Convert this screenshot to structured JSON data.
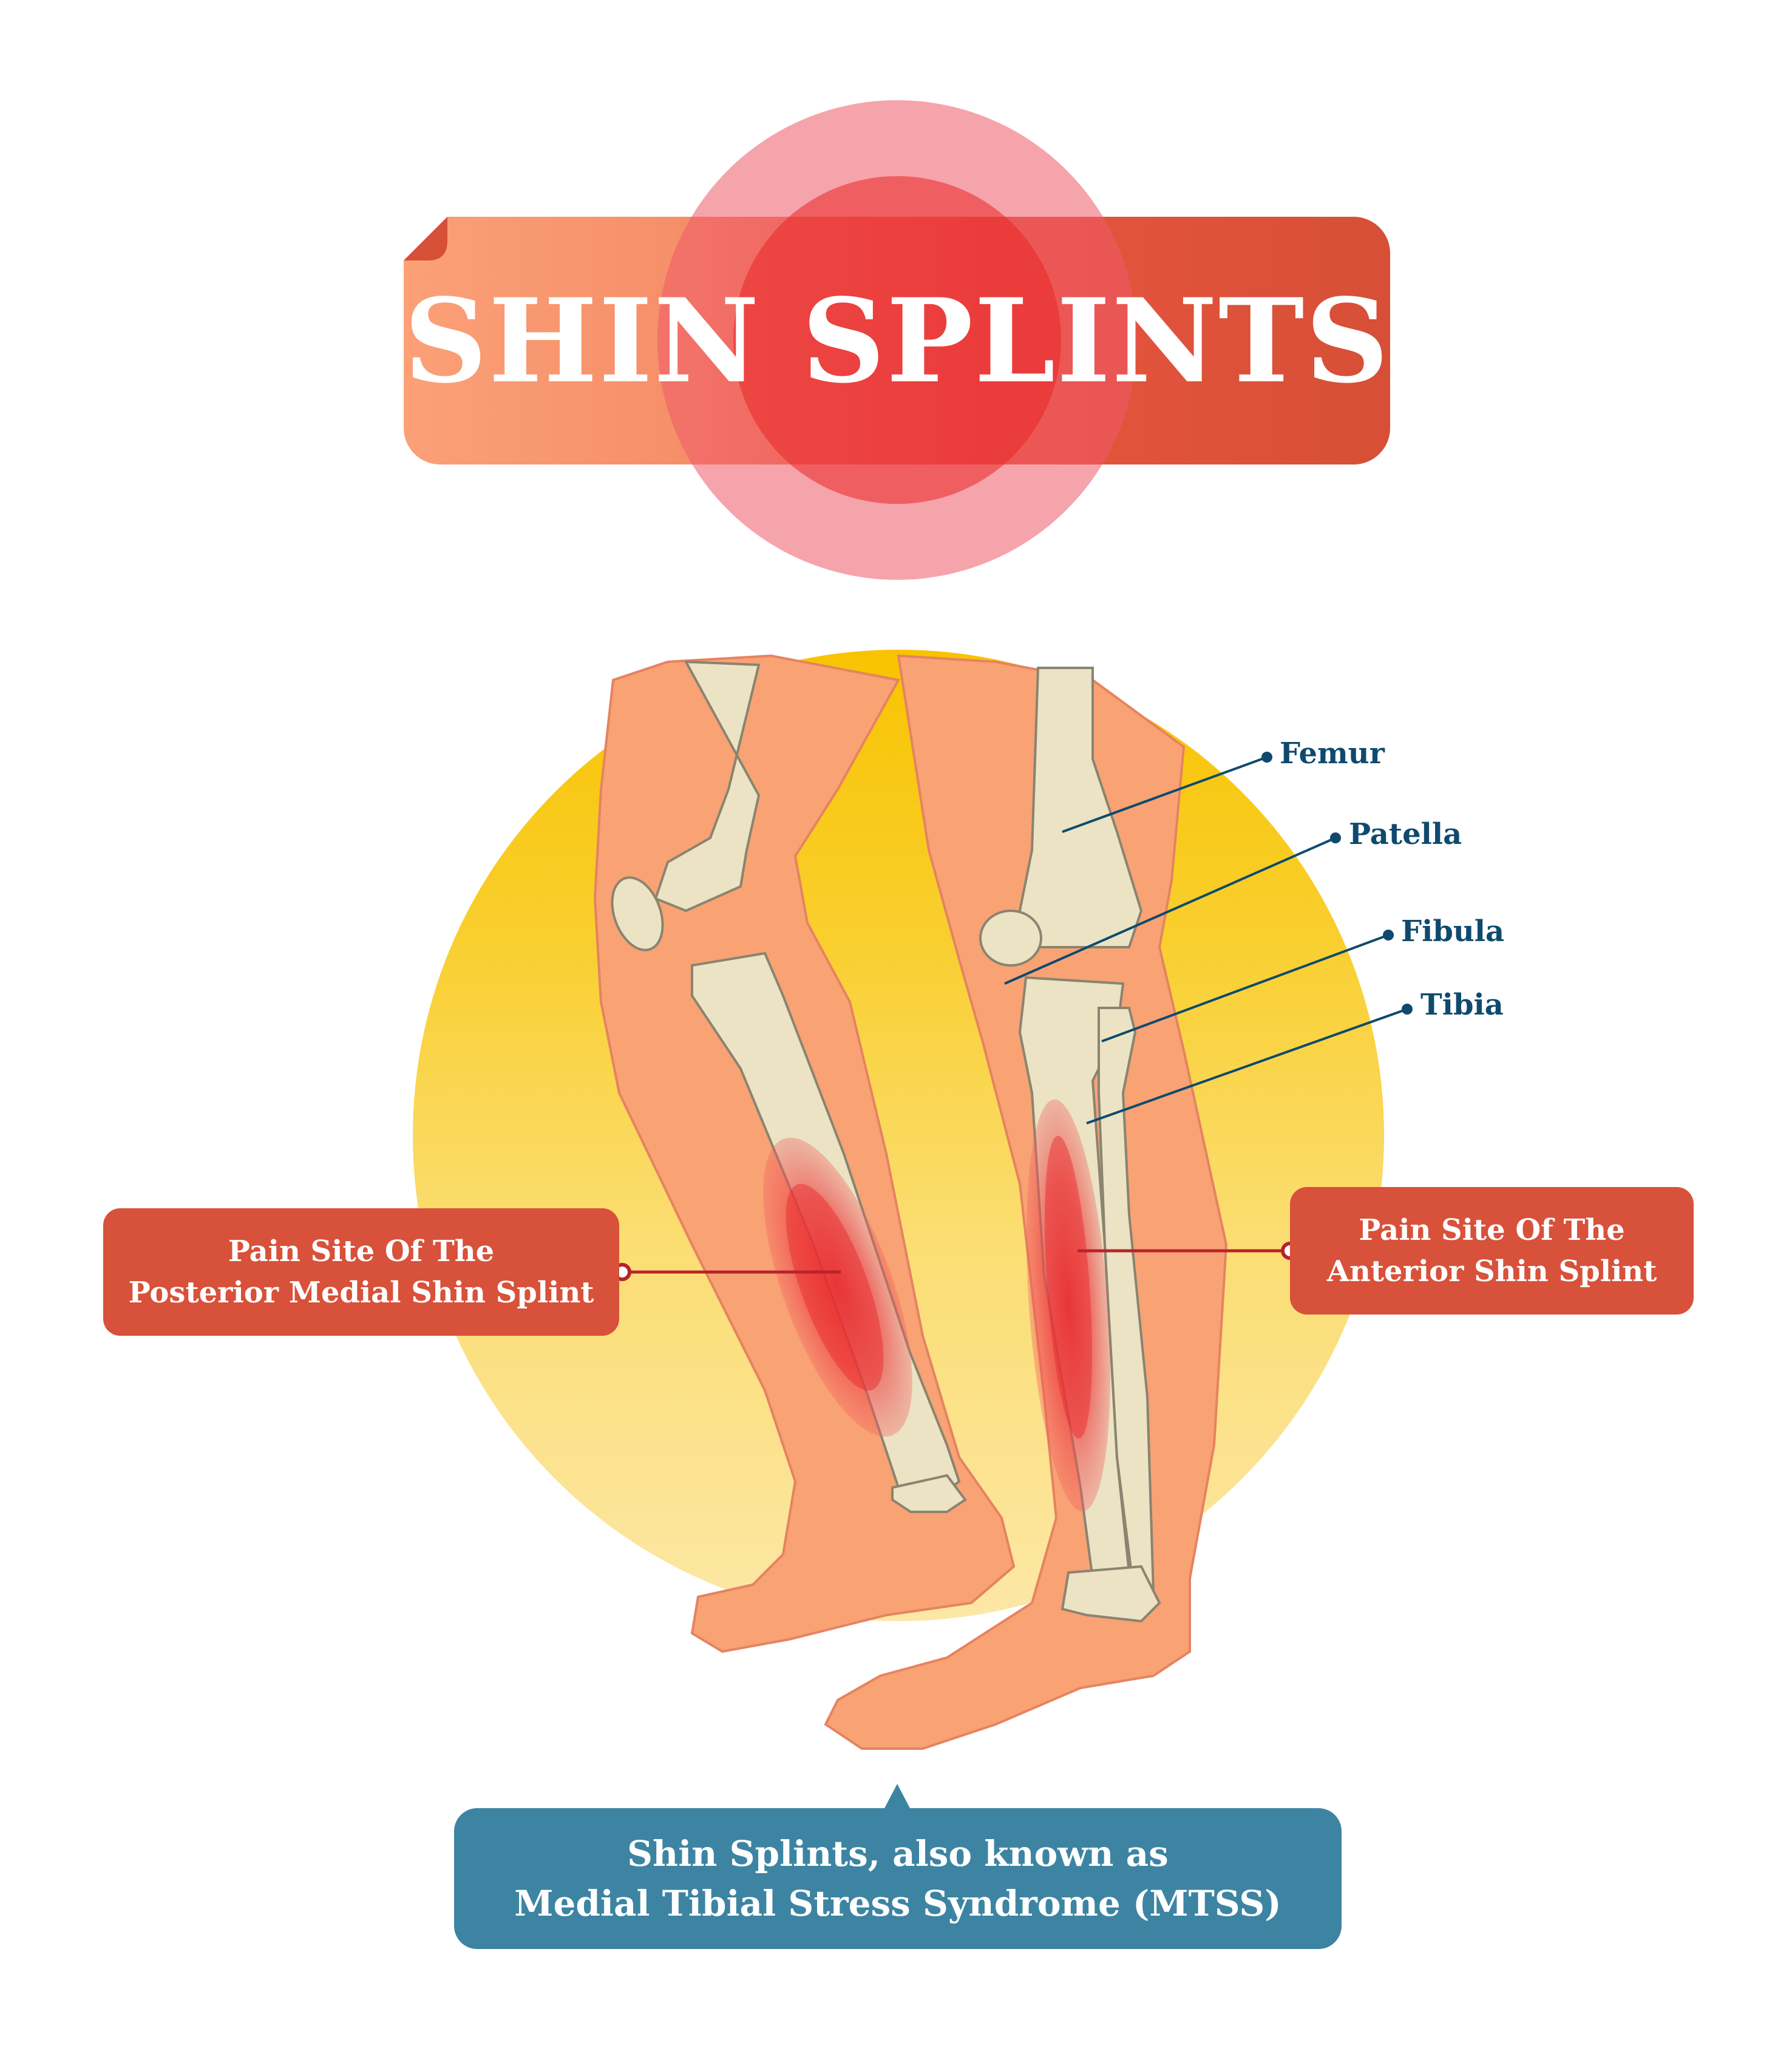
{
  "header": {
    "title": "SHIN SPLINTS",
    "banner_colors": [
      "#fba077",
      "#d64f36"
    ],
    "ring_colors": {
      "outer": "#f5a3a8",
      "inner": "#f06e74",
      "core": "#e8352f"
    }
  },
  "illustration": {
    "background_circle_colors": [
      "#f8c300",
      "#fce7a6"
    ],
    "skin_color": "#f9a274",
    "bone_color": "#ebe3c4",
    "pain_color": "#e8383a"
  },
  "bone_labels": [
    {
      "label": "Femur"
    },
    {
      "label": "Patella"
    },
    {
      "label": "Fibula"
    },
    {
      "label": "Tibia"
    }
  ],
  "pain_sites": {
    "left": {
      "line1": "Pain Site Of The",
      "line2": "Posterior Medial Shin Splint"
    },
    "right": {
      "line1": "Pain Site Of The",
      "line2": "Anterior Shin Splint"
    },
    "box_color": "#d8513a"
  },
  "footer": {
    "line1": "Shin Splints, also known as",
    "line2": "Medial Tibial Stress Syndrome (MTSS)",
    "box_color": "#3d84a3"
  }
}
